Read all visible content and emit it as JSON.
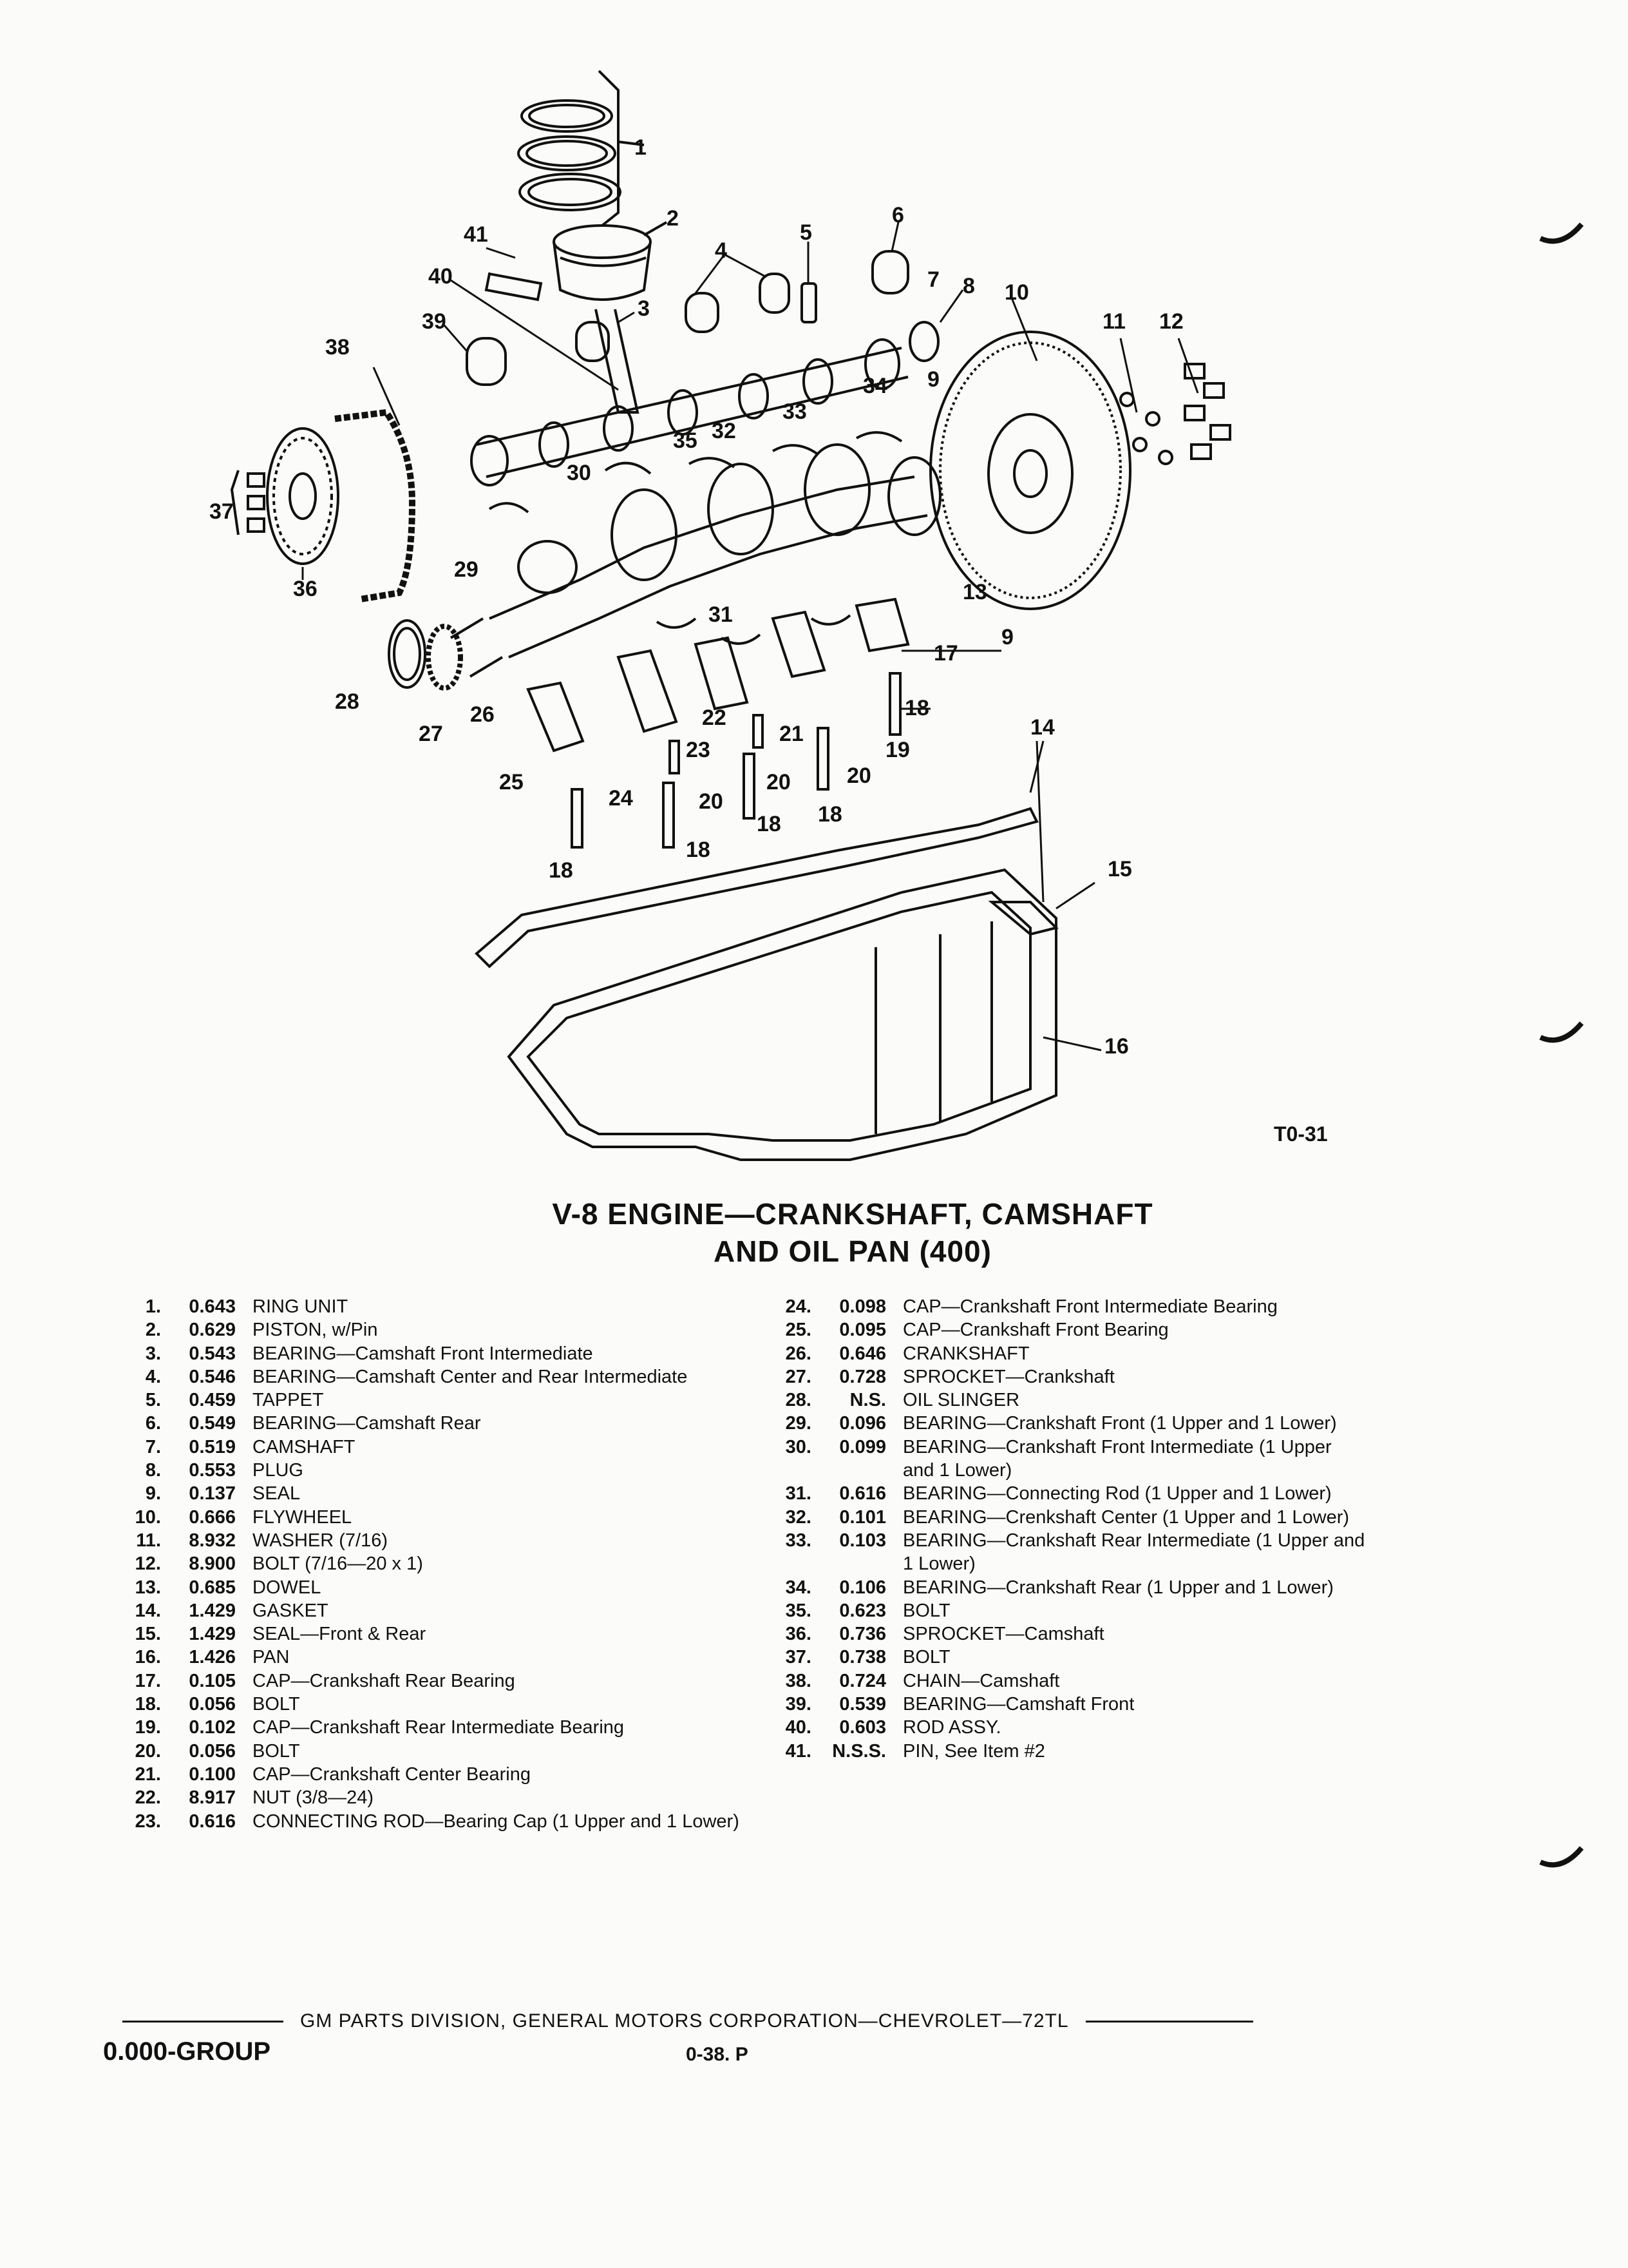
{
  "figure": {
    "code": "T0-31",
    "callouts": [
      "1",
      "2",
      "3",
      "4",
      "5",
      "6",
      "7",
      "8",
      "9",
      "9",
      "10",
      "11",
      "12",
      "13",
      "14",
      "15",
      "16",
      "17",
      "18",
      "18",
      "18",
      "18",
      "18",
      "19",
      "20",
      "20",
      "20",
      "21",
      "22",
      "23",
      "24",
      "25",
      "26",
      "27",
      "28",
      "29",
      "30",
      "31",
      "32",
      "33",
      "34",
      "35",
      "36",
      "37",
      "38",
      "39",
      "40",
      "41"
    ]
  },
  "title": {
    "line1": "V-8 ENGINE—CRANKSHAFT, CAMSHAFT",
    "line2": "AND OIL PAN (400)"
  },
  "parts_left": [
    {
      "num": "1.",
      "code": "0.643",
      "desc": "RING UNIT"
    },
    {
      "num": "2.",
      "code": "0.629",
      "desc": "PISTON, w/Pin"
    },
    {
      "num": "3.",
      "code": "0.543",
      "desc": "BEARING—Camshaft Front Intermediate"
    },
    {
      "num": "4.",
      "code": "0.546",
      "desc": "BEARING—Camshaft Center and Rear Intermediate"
    },
    {
      "num": "5.",
      "code": "0.459",
      "desc": "TAPPET"
    },
    {
      "num": "6.",
      "code": "0.549",
      "desc": "BEARING—Camshaft Rear"
    },
    {
      "num": "7.",
      "code": "0.519",
      "desc": "CAMSHAFT"
    },
    {
      "num": "8.",
      "code": "0.553",
      "desc": "PLUG"
    },
    {
      "num": "9.",
      "code": "0.137",
      "desc": "SEAL"
    },
    {
      "num": "10.",
      "code": "0.666",
      "desc": "FLYWHEEL"
    },
    {
      "num": "11.",
      "code": "8.932",
      "desc": "WASHER (7/16)"
    },
    {
      "num": "12.",
      "code": "8.900",
      "desc": "BOLT (7/16—20 x 1)"
    },
    {
      "num": "13.",
      "code": "0.685",
      "desc": "DOWEL"
    },
    {
      "num": "14.",
      "code": "1.429",
      "desc": "GASKET"
    },
    {
      "num": "15.",
      "code": "1.429",
      "desc": "SEAL—Front & Rear"
    },
    {
      "num": "16.",
      "code": "1.426",
      "desc": "PAN"
    },
    {
      "num": "17.",
      "code": "0.105",
      "desc": "CAP—Crankshaft Rear Bearing"
    },
    {
      "num": "18.",
      "code": "0.056",
      "desc": "BOLT"
    },
    {
      "num": "19.",
      "code": "0.102",
      "desc": "CAP—Crankshaft Rear Intermediate Bearing"
    },
    {
      "num": "20.",
      "code": "0.056",
      "desc": "BOLT"
    },
    {
      "num": "21.",
      "code": "0.100",
      "desc": "CAP—Crankshaft Center Bearing"
    },
    {
      "num": "22.",
      "code": "8.917",
      "desc": "NUT (3/8—24)"
    },
    {
      "num": "23.",
      "code": "0.616",
      "desc": "CONNECTING ROD—Bearing Cap (1 Upper and 1 Lower)"
    }
  ],
  "parts_right": [
    {
      "num": "24.",
      "code": "0.098",
      "desc": "CAP—Crankshaft Front Intermediate Bearing"
    },
    {
      "num": "25.",
      "code": "0.095",
      "desc": "CAP—Crankshaft Front Bearing"
    },
    {
      "num": "26.",
      "code": "0.646",
      "desc": "CRANKSHAFT"
    },
    {
      "num": "27.",
      "code": "0.728",
      "desc": "SPROCKET—Crankshaft"
    },
    {
      "num": "28.",
      "code": "N.S.",
      "desc": "OIL SLINGER"
    },
    {
      "num": "29.",
      "code": "0.096",
      "desc": "BEARING—Crankshaft Front (1 Upper and 1 Lower)"
    },
    {
      "num": "30.",
      "code": "0.099",
      "desc": "BEARING—Crankshaft Front Intermediate (1 Upper and 1 Lower)"
    },
    {
      "num": "31.",
      "code": "0.616",
      "desc": "BEARING—Connecting Rod (1 Upper and 1 Lower)"
    },
    {
      "num": "32.",
      "code": "0.101",
      "desc": "BEARING—Crenkshaft Center (1 Upper and 1 Lower)"
    },
    {
      "num": "33.",
      "code": "0.103",
      "desc": "BEARING—Crankshaft Rear Intermediate (1 Upper and 1 Lower)"
    },
    {
      "num": "34.",
      "code": "0.106",
      "desc": "BEARING—Crankshaft Rear (1 Upper and 1 Lower)"
    },
    {
      "num": "35.",
      "code": "0.623",
      "desc": "BOLT"
    },
    {
      "num": "36.",
      "code": "0.736",
      "desc": "SPROCKET—Camshaft"
    },
    {
      "num": "37.",
      "code": "0.738",
      "desc": "BOLT"
    },
    {
      "num": "38.",
      "code": "0.724",
      "desc": "CHAIN—Camshaft"
    },
    {
      "num": "39.",
      "code": "0.539",
      "desc": "BEARING—Camshaft Front"
    },
    {
      "num": "40.",
      "code": "0.603",
      "desc": "ROD ASSY."
    },
    {
      "num": "41.",
      "code": "N.S.S.",
      "desc": "PIN, See Item #2"
    }
  ],
  "footer": {
    "publisher": "GM PARTS DIVISION, GENERAL MOTORS CORPORATION—CHEVROLET—72TL",
    "group": "0.000-GROUP",
    "page": "0-38. P"
  }
}
